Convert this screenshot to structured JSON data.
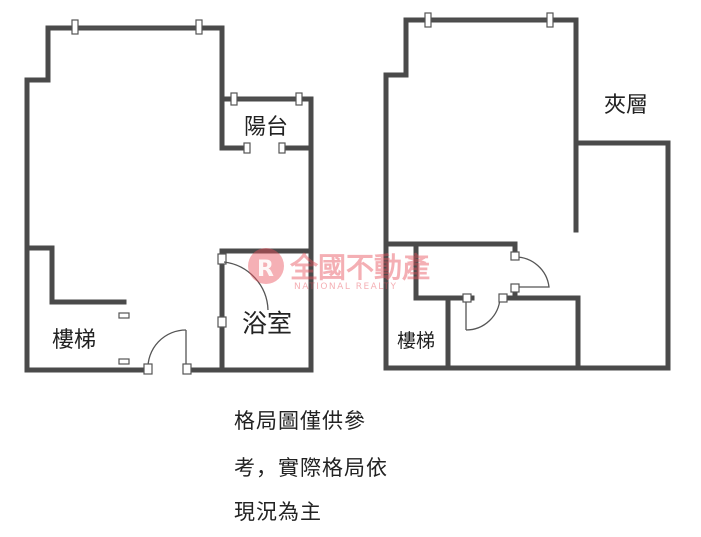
{
  "rooms": {
    "balcony": "陽台",
    "bathroom": "浴室",
    "stairs_left": "樓梯",
    "mezzanine": "夾層",
    "stairs_right": "樓梯"
  },
  "watermark": {
    "title": "全國不動產",
    "subtitle": "NATIONAL REALTY",
    "brand_color": "#e8505b"
  },
  "disclaimer": {
    "line1": "格局圖僅供參",
    "line2": "考，實際格局依",
    "line3": "現況為主"
  }
}
